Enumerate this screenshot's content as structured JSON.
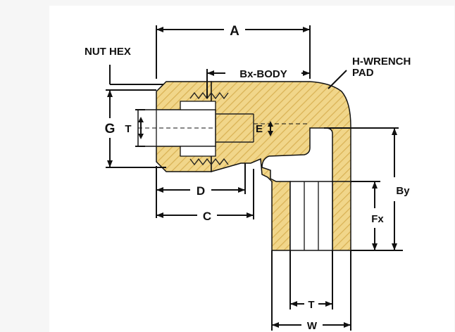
{
  "diagram": {
    "labels": {
      "A": "A",
      "nut_hex": "NUT HEX",
      "bx_body": "Bx-BODY",
      "h_wrench_line1": "H-WRENCH",
      "h_wrench_line2": "PAD",
      "G": "G",
      "T_left": "T",
      "E": "E",
      "By": "By",
      "D": "D",
      "C": "C",
      "Fx": "Fx",
      "T_bottom": "T",
      "W": "W"
    },
    "colors": {
      "body_fill": "#f1d68a",
      "hatch": "#c9a03a",
      "outline": "#111111",
      "background": "#f6f6f6"
    }
  }
}
